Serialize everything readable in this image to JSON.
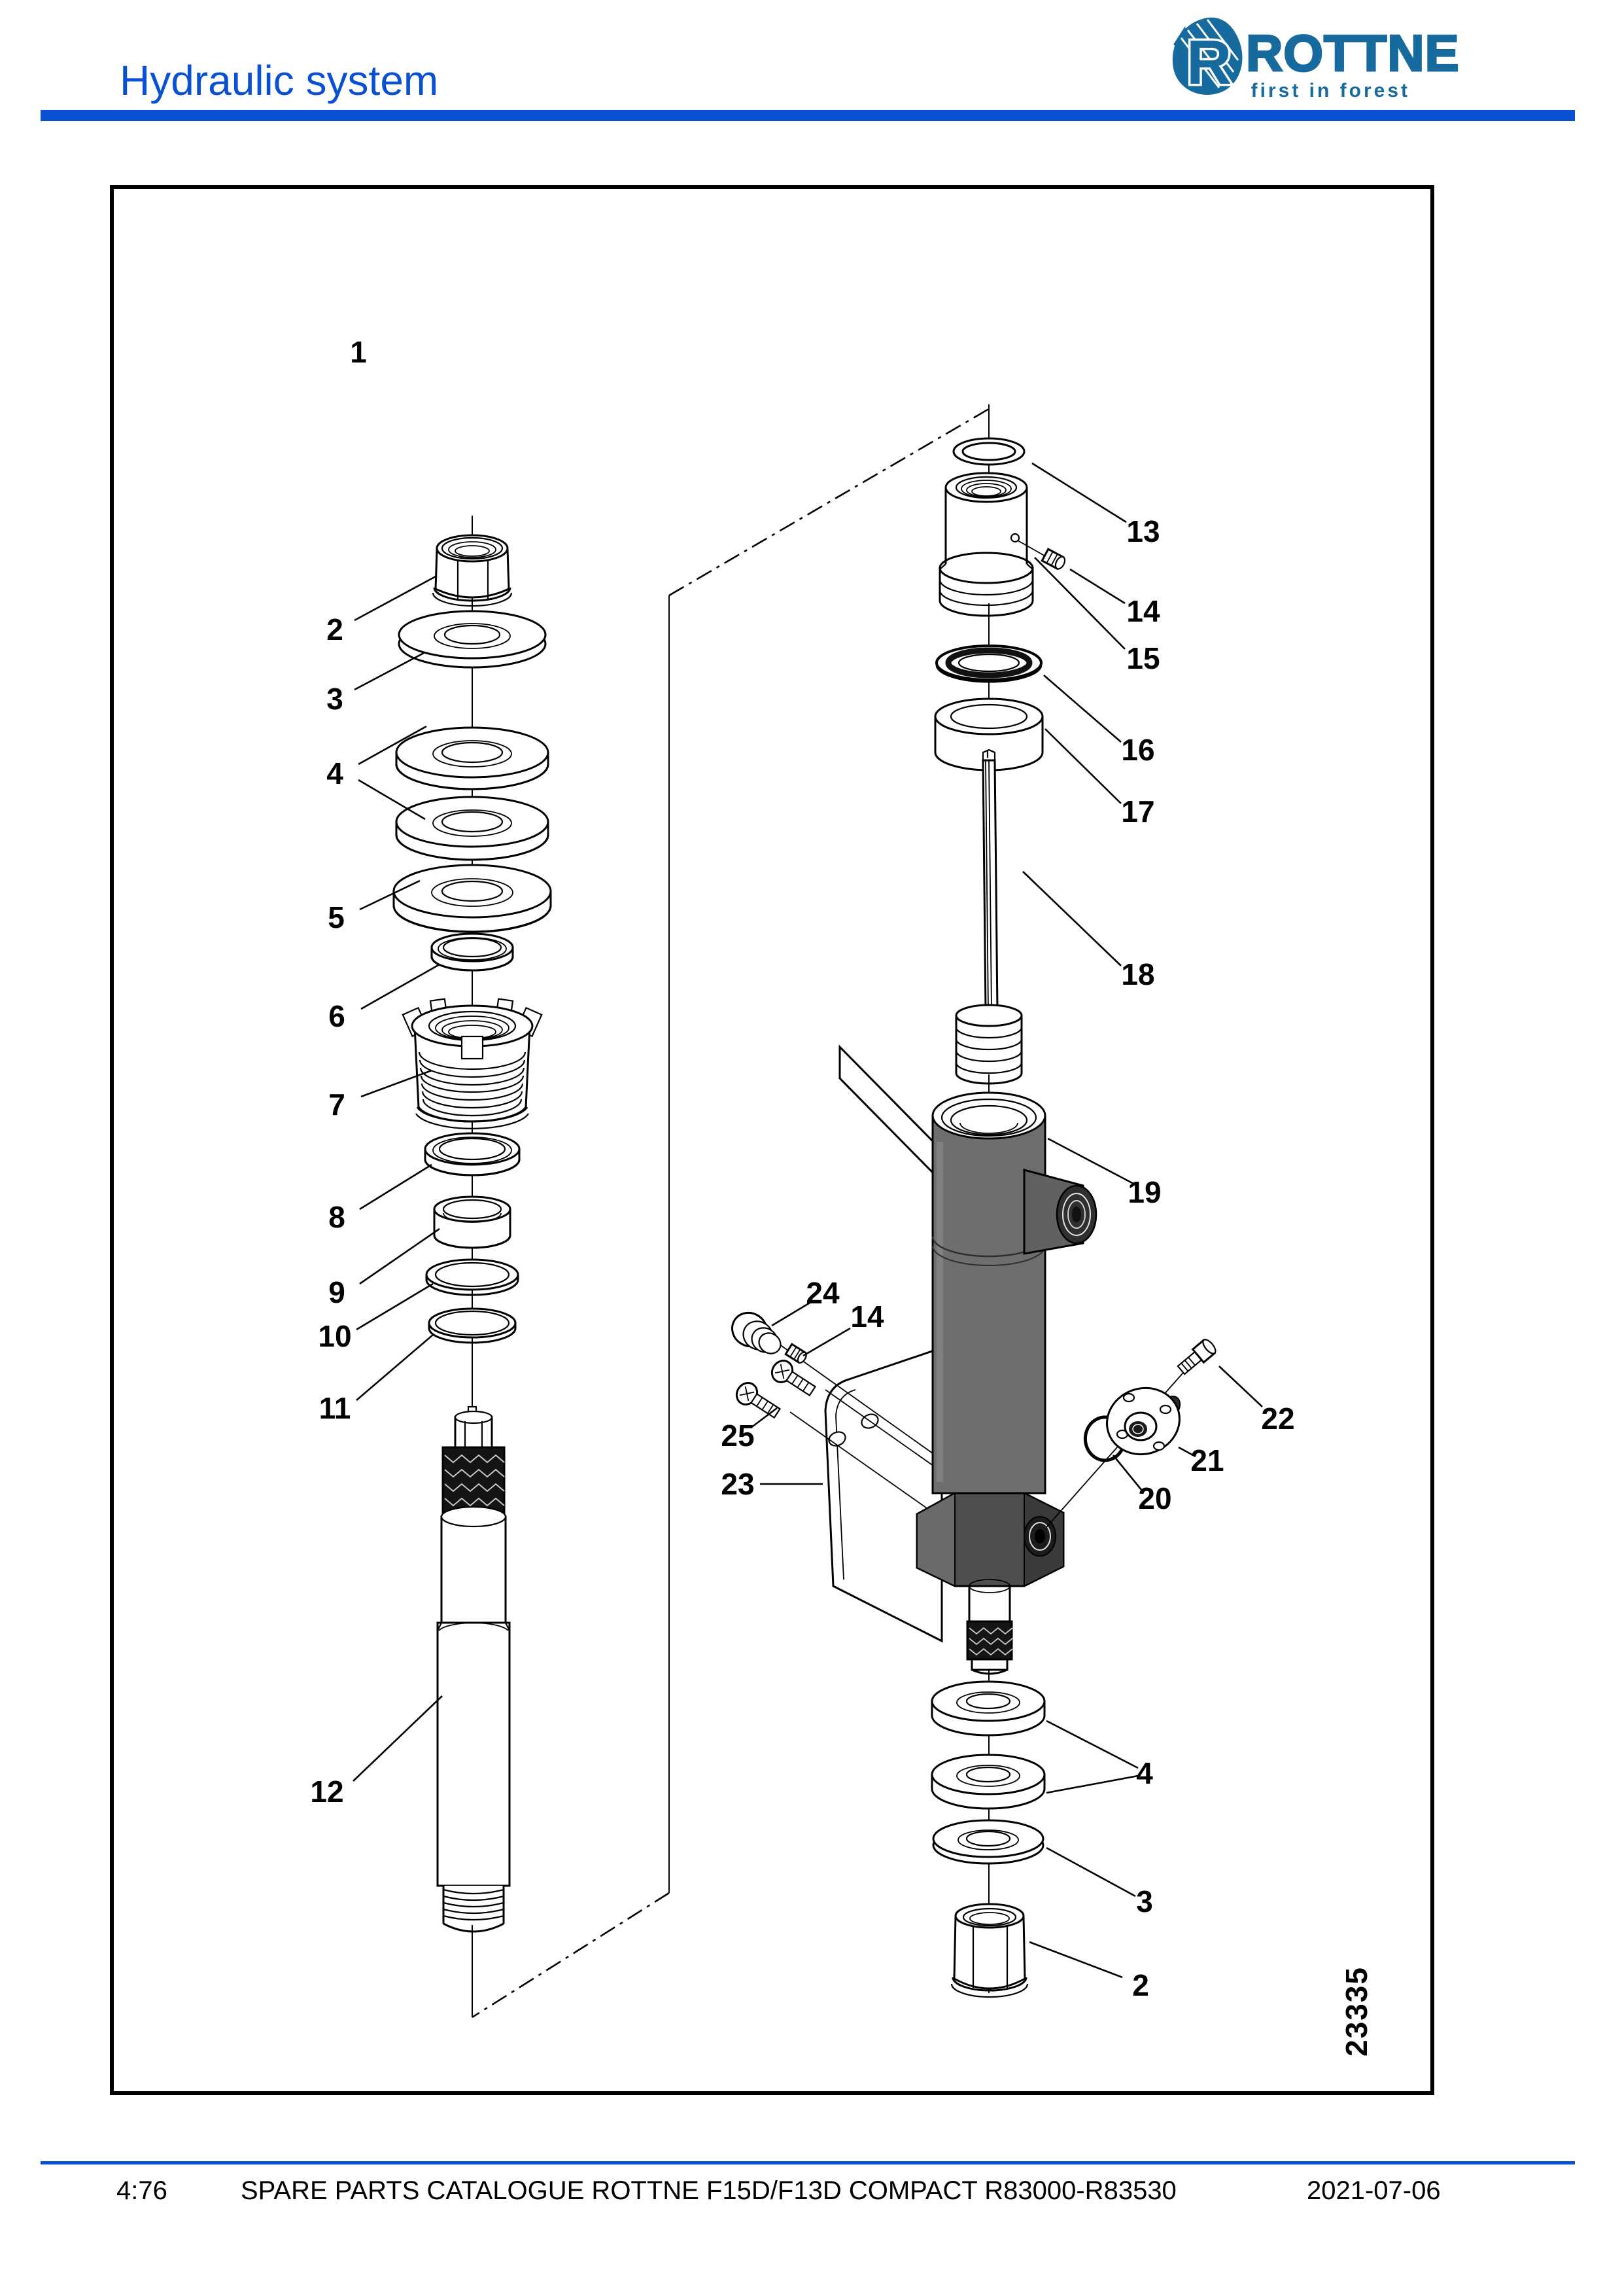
{
  "header": {
    "title": "Hydraulic system",
    "logo": {
      "brand": "ROTTNE",
      "tagline": "first in forest",
      "mark_letter": "R"
    }
  },
  "figure": {
    "drawing_number": "23335",
    "callouts": {
      "c1": "1",
      "c2": "2",
      "c3": "3",
      "c4": "4",
      "c5": "5",
      "c6": "6",
      "c7": "7",
      "c8": "8",
      "c9": "9",
      "c10": "10",
      "c11": "11",
      "c12": "12",
      "c13": "13",
      "c14": "14",
      "c14b": "14",
      "c15": "15",
      "c16": "16",
      "c17": "17",
      "c18": "18",
      "c19": "19",
      "c20": "20",
      "c21": "21",
      "c22": "22",
      "c23": "23",
      "c24": "24",
      "c25": "25",
      "c2b": "2",
      "c3b": "3",
      "c4b": "4"
    }
  },
  "footer": {
    "page": "4:76",
    "catalogue": "SPARE PARTS CATALOGUE ROTTNE F15D/F13D COMPACT R83000-R83530",
    "date": "2021-07-06"
  },
  "colors": {
    "accent_blue": "#0a50d2",
    "brand_blue": "#176a9e"
  }
}
